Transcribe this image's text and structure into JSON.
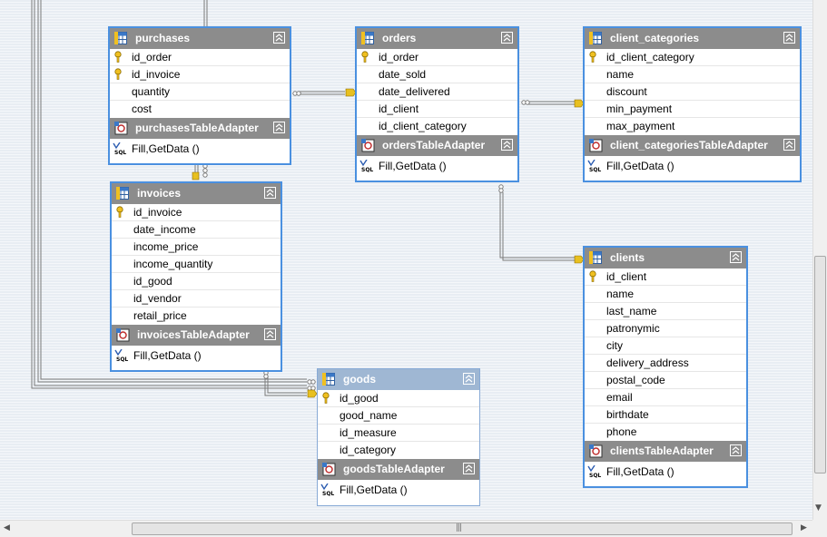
{
  "colors": {
    "header": "#8c8c8c",
    "selected_header": "#9fb7d3",
    "border": "#4a90e0",
    "connector": "#7a7a7a"
  },
  "icons": {
    "table": "table-icon",
    "key": "primary-key-icon",
    "adapter": "table-adapter-icon",
    "query": "sql-query-icon",
    "collapse": "collapse-icon"
  },
  "tables": {
    "purchases": {
      "name": "purchases",
      "columns": [
        "id_order",
        "id_invoice",
        "quantity",
        "cost"
      ],
      "adapter": "purchasesTableAdapter",
      "query": "Fill,GetData ()"
    },
    "orders": {
      "name": "orders",
      "columns": [
        "id_order",
        "date_sold",
        "date_delivered",
        "id_client",
        "id_client_category"
      ],
      "adapter": "ordersTableAdapter",
      "query": "Fill,GetData ()"
    },
    "client_categories": {
      "name": "client_categories",
      "columns": [
        "id_client_category",
        "name",
        "discount",
        "min_payment",
        "max_payment"
      ],
      "adapter": "client_categoriesTableAdapter",
      "query": "Fill,GetData ()"
    },
    "invoices": {
      "name": "invoices",
      "columns": [
        "id_invoice",
        "date_income",
        "income_price",
        "income_quantity",
        "id_good",
        "id_vendor",
        "retail_price"
      ],
      "adapter": "invoicesTableAdapter",
      "query": "Fill,GetData ()"
    },
    "clients": {
      "name": "clients",
      "columns": [
        "id_client",
        "name",
        "last_name",
        "patronymic",
        "city",
        "delivery_address",
        "postal_code",
        "email",
        "birthdate",
        "phone"
      ],
      "adapter": "clientsTableAdapter",
      "query": "Fill,GetData ()"
    },
    "goods": {
      "name": "goods",
      "columns": [
        "id_good",
        "good_name",
        "id_measure",
        "id_category"
      ],
      "adapter": "goodsTableAdapter",
      "query": "Fill,GetData ()"
    }
  },
  "scrollbar": {
    "grip": "|||"
  }
}
